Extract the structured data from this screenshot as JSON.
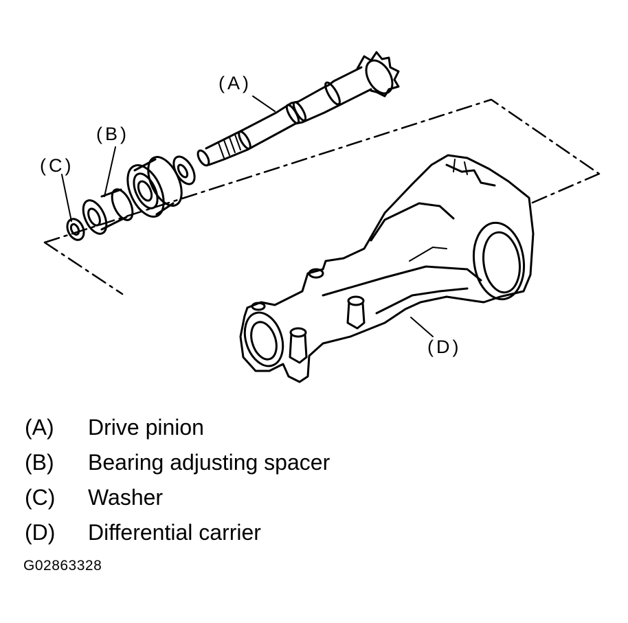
{
  "diagram": {
    "callouts": {
      "a": "(A)",
      "b": "(B)",
      "c": "(C)",
      "d": "(D)"
    }
  },
  "legend": [
    {
      "key": "(A)",
      "desc": "Drive pinion"
    },
    {
      "key": "(B)",
      "desc": "Bearing adjusting spacer"
    },
    {
      "key": "(C)",
      "desc": "Washer"
    },
    {
      "key": "(D)",
      "desc": "Differential carrier"
    }
  ],
  "figure_id": "G02863328"
}
